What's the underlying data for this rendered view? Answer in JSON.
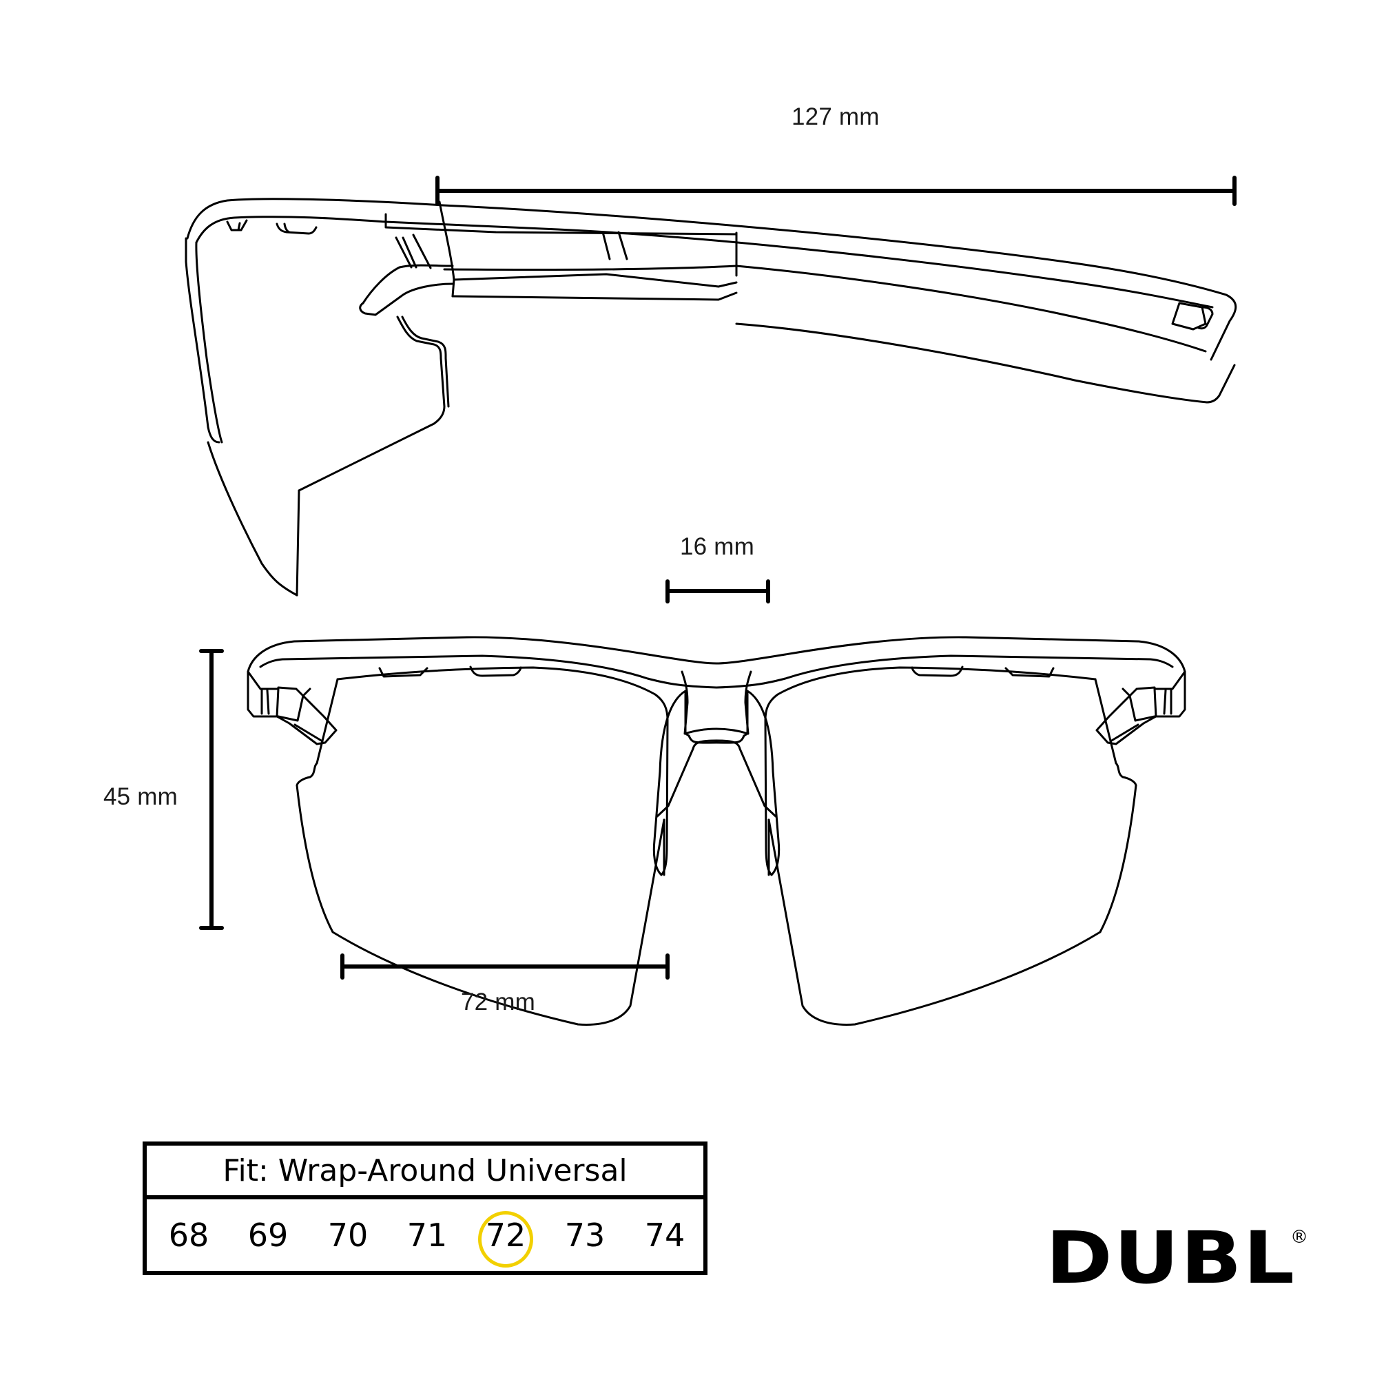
{
  "side_view": {
    "length_label": "127 mm"
  },
  "front_view": {
    "bridge_label": "16 mm",
    "height_label": "45 mm",
    "lens_width_label": "72 mm"
  },
  "fit_chart": {
    "title": "Fit: Wrap-Around Universal",
    "sizes": [
      "68",
      "69",
      "70",
      "71",
      "72",
      "73",
      "74"
    ],
    "selected_size": "72",
    "highlight_color": "#F2D000"
  },
  "brand": {
    "logo_text": "DUBL",
    "registered_mark": "®"
  }
}
